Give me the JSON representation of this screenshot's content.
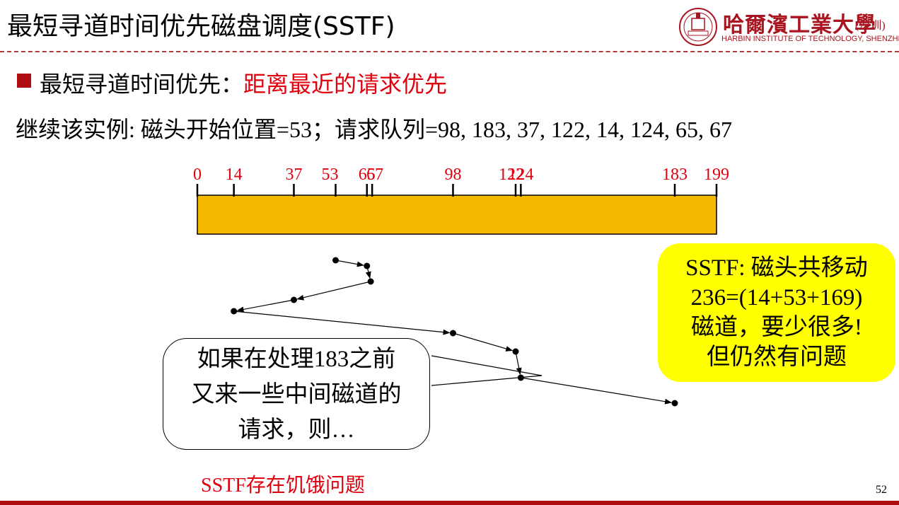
{
  "header": {
    "title": "最短寻道时间优先磁盘调度(SSTF)",
    "logo_cn": "哈爾濱工業大學",
    "logo_sub": "(深圳)",
    "logo_en": "HARBIN INSTITUTE OF TECHNOLOGY, SHENZHEN"
  },
  "body": {
    "line1_prefix": "最短寻道时间优先：",
    "line1_highlight": "距离最近的请求优先",
    "line2": "继续该实例: 磁头开始位置=53；请求队列=98, 183, 37, 122, 14, 124, 65, 67"
  },
  "track_axis": {
    "ticks": [
      "0",
      "14",
      "37",
      "53",
      "65",
      "67",
      "98",
      "122",
      "124",
      "183",
      "199"
    ],
    "min": 0,
    "max": 199,
    "bar_color": "#f7b800",
    "label_color": "#e0000e"
  },
  "head_path": {
    "sequence": [
      53,
      65,
      67,
      37,
      14,
      98,
      122,
      124,
      183
    ]
  },
  "callout_left": {
    "lines": [
      "如果在处理183之前",
      "又来一些中间磁道的",
      "请求，则…"
    ]
  },
  "callout_right": {
    "lines": [
      "SSTF: 磁头共移动",
      "236=(14+53+169)",
      "磁道，要少很多!",
      "但仍然有问题"
    ],
    "color": "#ffff00"
  },
  "caption": "SSTF存在饥饿问题",
  "page_number": "52"
}
